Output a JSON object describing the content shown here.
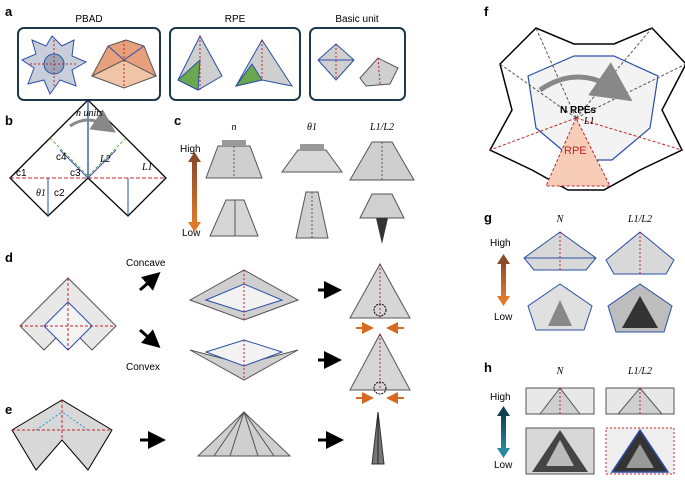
{
  "panels": {
    "a": {
      "letter": "a",
      "boxes": [
        "PBAD",
        "RPE",
        "Basic unit"
      ]
    },
    "b": {
      "letter": "b",
      "n_units": "n units",
      "labels": {
        "L1": "L1",
        "L2": "L2",
        "c1": "c1",
        "c2": "c2",
        "c3": "c3",
        "c4": "c4",
        "theta1": "θ1"
      }
    },
    "c": {
      "letter": "c",
      "columns": [
        "n",
        "θ1",
        "L1/L2"
      ],
      "high": "High",
      "low": "Low"
    },
    "d": {
      "letter": "d",
      "concave": "Concave",
      "convex": "Convex"
    },
    "e": {
      "letter": "e"
    },
    "f": {
      "letter": "f",
      "n_rpes": "N RPEs",
      "rpe": "RPE",
      "l1": "L1"
    },
    "g": {
      "letter": "g",
      "columns": [
        "N",
        "L1/L2"
      ],
      "high": "High",
      "low": "Low"
    },
    "h": {
      "letter": "h",
      "columns": [
        "N",
        "L1/L2"
      ],
      "high": "High",
      "low": "Low"
    }
  },
  "colors": {
    "box_border": "#1e3a4a",
    "crease_blue": "#2a4fa8",
    "crease_red": "#c0242a",
    "arrow_orange": "#d86a20",
    "arrow_teal": "#1e5a70",
    "rpe_fill": "#f7cdb8",
    "green_fill": "#6aa84f",
    "gray_fill": "#c8c8c8"
  }
}
